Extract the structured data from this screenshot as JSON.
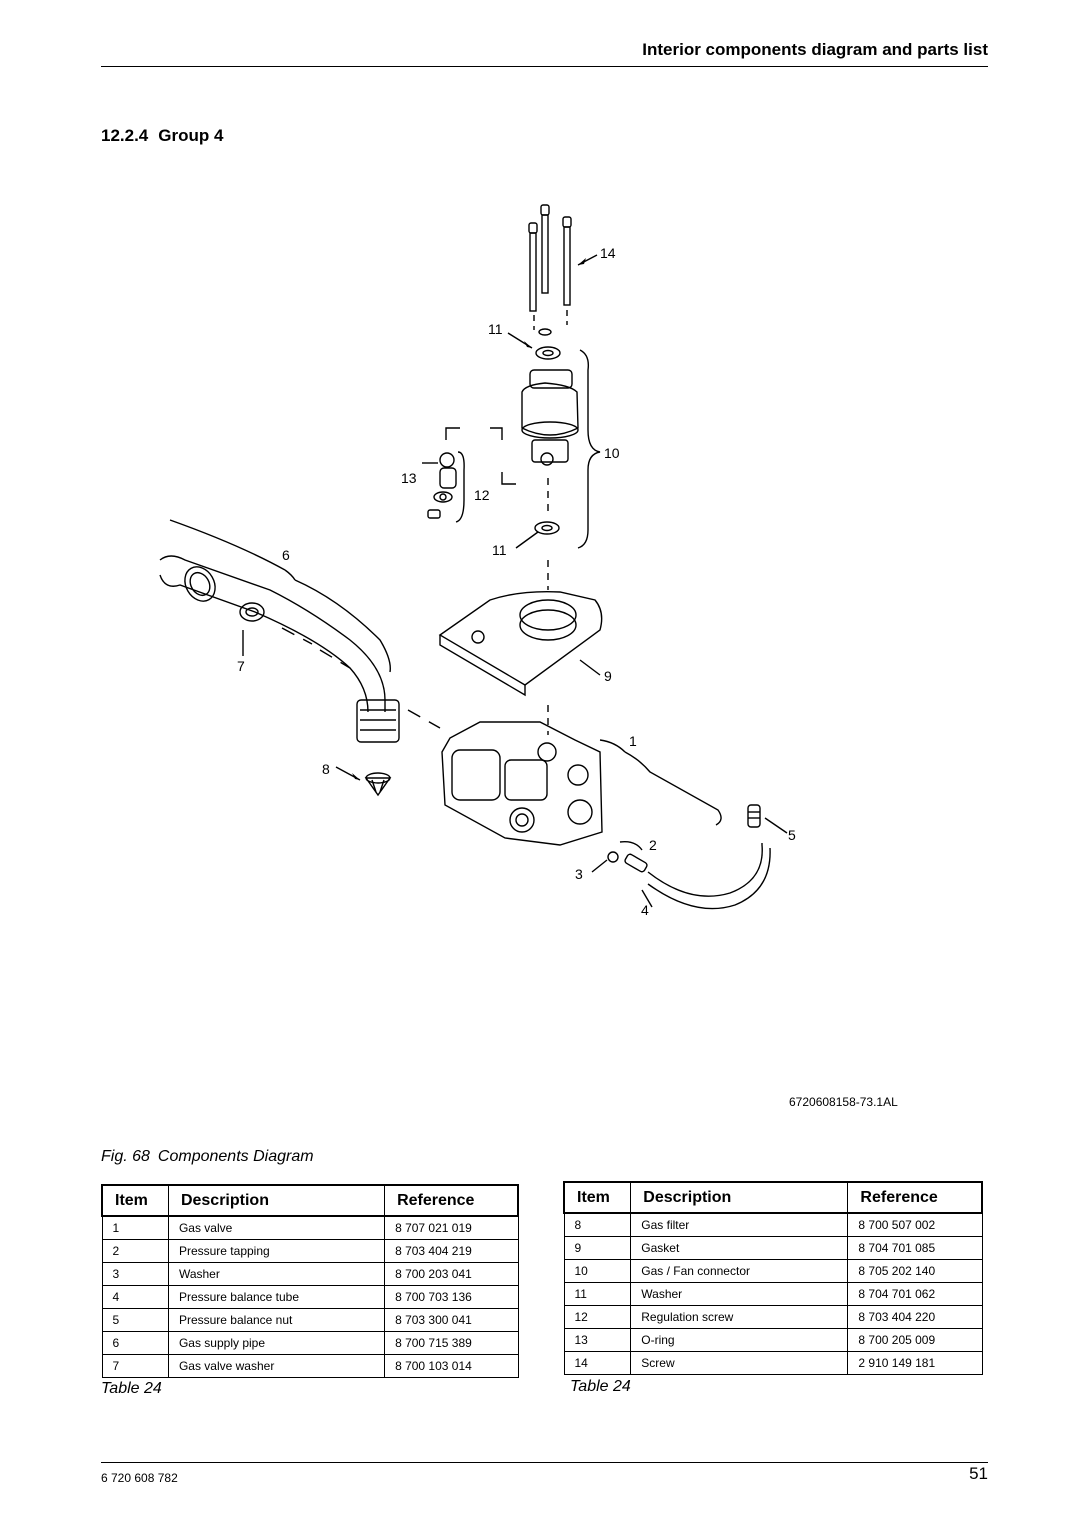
{
  "header": {
    "title": "Interior components diagram and parts list"
  },
  "section": {
    "number": "12.2.4",
    "title": "Group 4"
  },
  "diagram": {
    "labels": [
      "14",
      "11",
      "10",
      "13",
      "12",
      "11",
      "6",
      "9",
      "7",
      "1",
      "8",
      "5",
      "2",
      "3",
      "4"
    ],
    "drawing_code": "6720608158-73.1AL"
  },
  "figure": {
    "label": "Fig. 68",
    "caption": "Components Diagram"
  },
  "table_headers": {
    "item": "Item",
    "description": "Description",
    "reference": "Reference"
  },
  "table_left": {
    "caption": "Table 24",
    "rows": [
      {
        "item": "1",
        "description": "Gas valve",
        "reference": "8 707 021 019"
      },
      {
        "item": "2",
        "description": "Pressure tapping",
        "reference": "8 703 404 219"
      },
      {
        "item": "3",
        "description": "Washer",
        "reference": "8 700 203 041"
      },
      {
        "item": "4",
        "description": "Pressure balance tube",
        "reference": "8 700 703 136"
      },
      {
        "item": "5",
        "description": "Pressure balance nut",
        "reference": "8 703 300 041"
      },
      {
        "item": "6",
        "description": "Gas supply pipe",
        "reference": "8 700 715 389"
      },
      {
        "item": "7",
        "description": "Gas valve washer",
        "reference": "8 700 103 014"
      }
    ]
  },
  "table_right": {
    "caption": "Table 24",
    "rows": [
      {
        "item": "8",
        "description": "Gas filter",
        "reference": "8 700 507 002"
      },
      {
        "item": "9",
        "description": "Gasket",
        "reference": "8 704 701 085"
      },
      {
        "item": "10",
        "description": "Gas / Fan connector",
        "reference": "8 705 202 140"
      },
      {
        "item": "11",
        "description": "Washer",
        "reference": "8 704 701 062"
      },
      {
        "item": "12",
        "description": "Regulation screw",
        "reference": "8 703 404 220"
      },
      {
        "item": "13",
        "description": "O-ring",
        "reference": "8 700 205 009"
      },
      {
        "item": "14",
        "description": "Screw",
        "reference": "2 910 149 181"
      }
    ]
  },
  "footer": {
    "doc_number": "6 720 608 782",
    "page_number": "51"
  }
}
